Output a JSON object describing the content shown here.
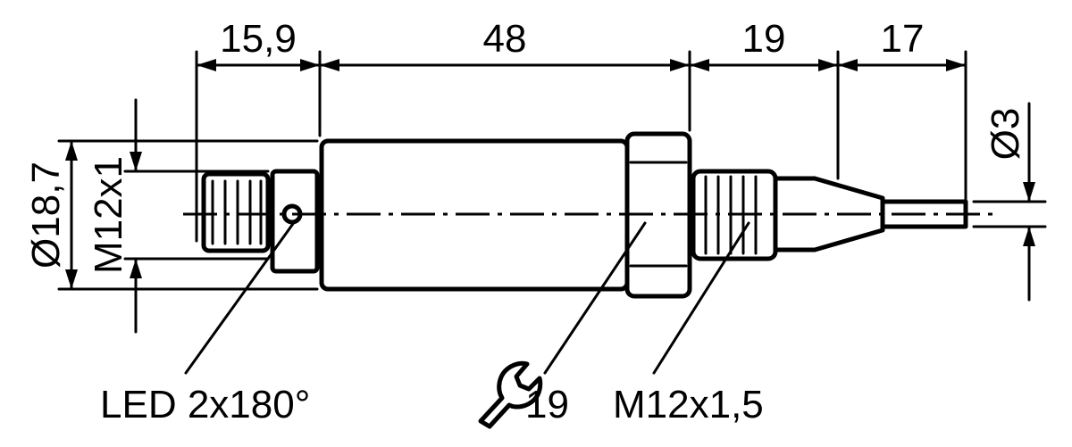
{
  "dimensions": {
    "connector_length": "15,9",
    "body_length": "48",
    "thread_length": "19",
    "probe_length": "17",
    "body_diameter": "Ø18,7",
    "connector_thread": "M12x1",
    "probe_diameter": "Ø3"
  },
  "callouts": {
    "led": "LED 2x180°",
    "wrench_size": "19",
    "process_thread": "M12x1,5"
  },
  "icons": {
    "wrench": "wrench-icon"
  }
}
